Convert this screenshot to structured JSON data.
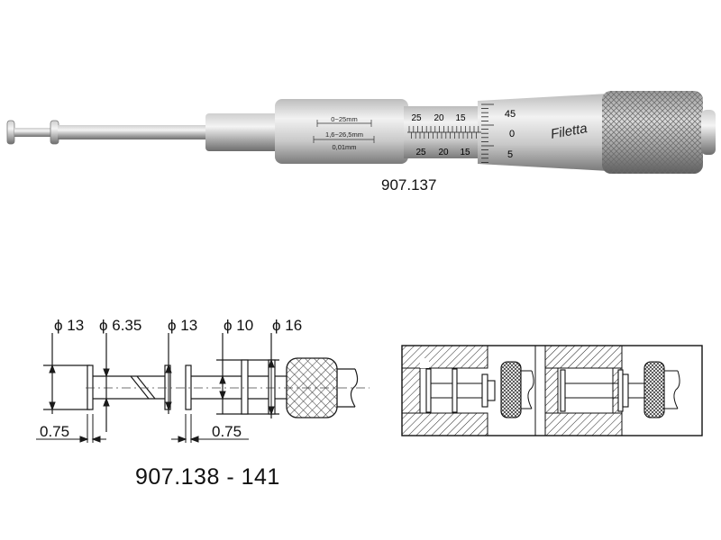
{
  "product": {
    "model_main": "907.137",
    "model_variants": "907.138 - 141"
  },
  "instrument": {
    "label_range": "0~25mm",
    "label_measuring": "1,6~26,5mm",
    "label_resolution": "0,01mm",
    "brand": "Filetta",
    "sleeve_numbers_top": [
      "25",
      "20",
      "15"
    ],
    "sleeve_numbers_bottom": [
      "25",
      "20",
      "15"
    ],
    "thimble_numbers": [
      "45",
      "0",
      "5"
    ]
  },
  "dimensions": {
    "d1": "ϕ 13",
    "d2": "ϕ 6.35",
    "d3": "ϕ 13",
    "d4": "ϕ 10",
    "d5": "ϕ 16",
    "gap_left": "0.75",
    "gap_right": "0.75"
  },
  "colors": {
    "steel_light": "#e6e6e6",
    "steel_mid": "#b8b8b8",
    "steel_dark": "#6e6e6e",
    "line": "#1a1a1a",
    "hatch": "#555555"
  }
}
